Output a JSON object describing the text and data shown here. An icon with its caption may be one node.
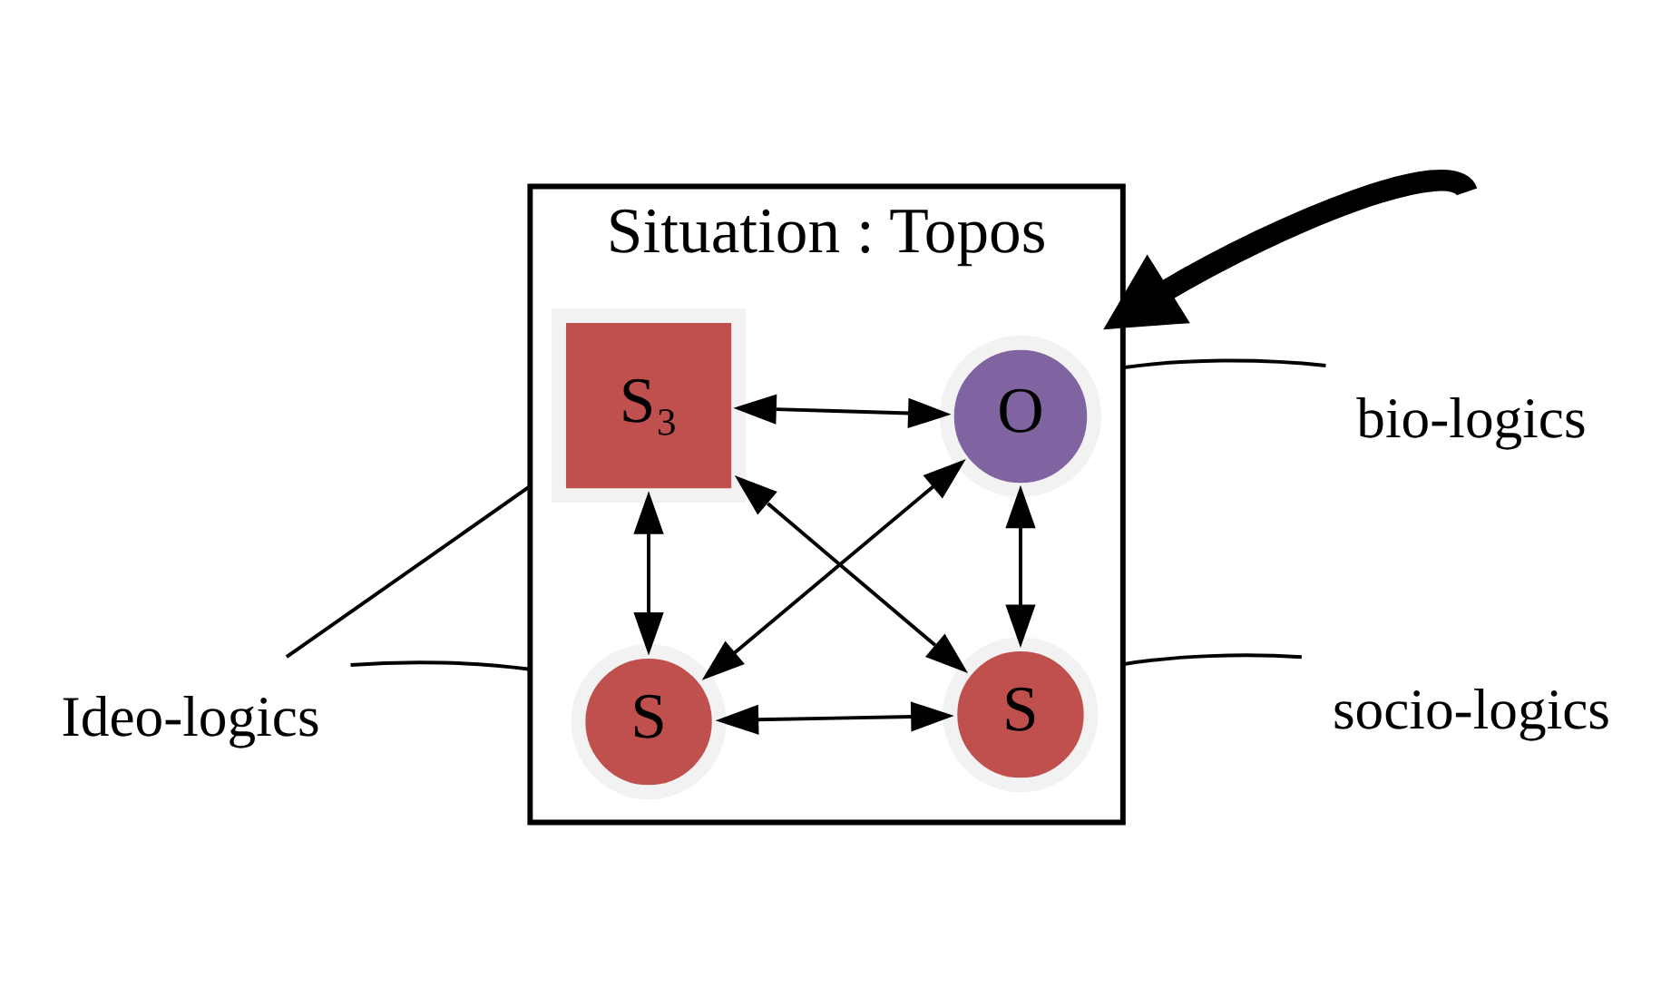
{
  "diagram": {
    "nodes": [
      {
        "text": [
          "Situation : Topos"
        ]
      },
      {
        "text": [
          "S"
        ],
        "in": 0
      },
      {
        "text": [
          "S"
        ],
        "in": 0
      },
      {
        "text": [
          "S₃"
        ],
        "in": 0
      },
      {
        "text": [
          "O"
        ],
        "in": 0
      },
      {
        "text": [
          "Ideo-logics"
        ]
      },
      {
        "text": [
          "socio-logics"
        ]
      },
      {
        "text": [
          "bio-logics"
        ]
      }
    ],
    "edges": [
      {
        "from": 1,
        "to": 2,
        "arrow": "both"
      },
      {
        "from": 1,
        "to": 3,
        "arrow": "both"
      },
      {
        "from": 1,
        "to": 4,
        "arrow": "both"
      },
      {
        "from": 2,
        "to": 3,
        "arrow": "both"
      },
      {
        "from": 2,
        "to": 4,
        "arrow": "both"
      },
      {
        "from": 3,
        "to": 4,
        "arrow": "both"
      },
      {
        "from": 5,
        "to": 0,
        "arrow": "none"
      },
      {
        "from": 5,
        "to": 0,
        "arrow": "none"
      },
      {
        "from": 6,
        "to": 0,
        "arrow": "none"
      },
      {
        "from": 7,
        "to": 0,
        "arrow": "none"
      },
      {
        "from": null,
        "to": 0,
        "arrow": "to",
        "style": "thick"
      }
    ]
  }
}
